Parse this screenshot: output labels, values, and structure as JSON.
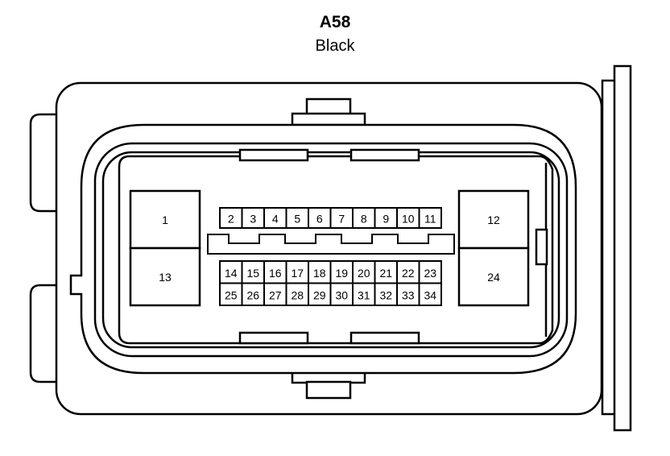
{
  "connector": {
    "id": "A58",
    "color": "Black"
  },
  "pins": {
    "large": [
      "1",
      "13",
      "12",
      "24"
    ],
    "row_top": [
      "2",
      "3",
      "4",
      "5",
      "6",
      "7",
      "8",
      "9",
      "10",
      "11"
    ],
    "row_mid": [
      "14",
      "15",
      "16",
      "17",
      "18",
      "19",
      "20",
      "21",
      "22",
      "23"
    ],
    "row_bot": [
      "25",
      "26",
      "27",
      "28",
      "29",
      "30",
      "31",
      "32",
      "33",
      "34"
    ]
  }
}
